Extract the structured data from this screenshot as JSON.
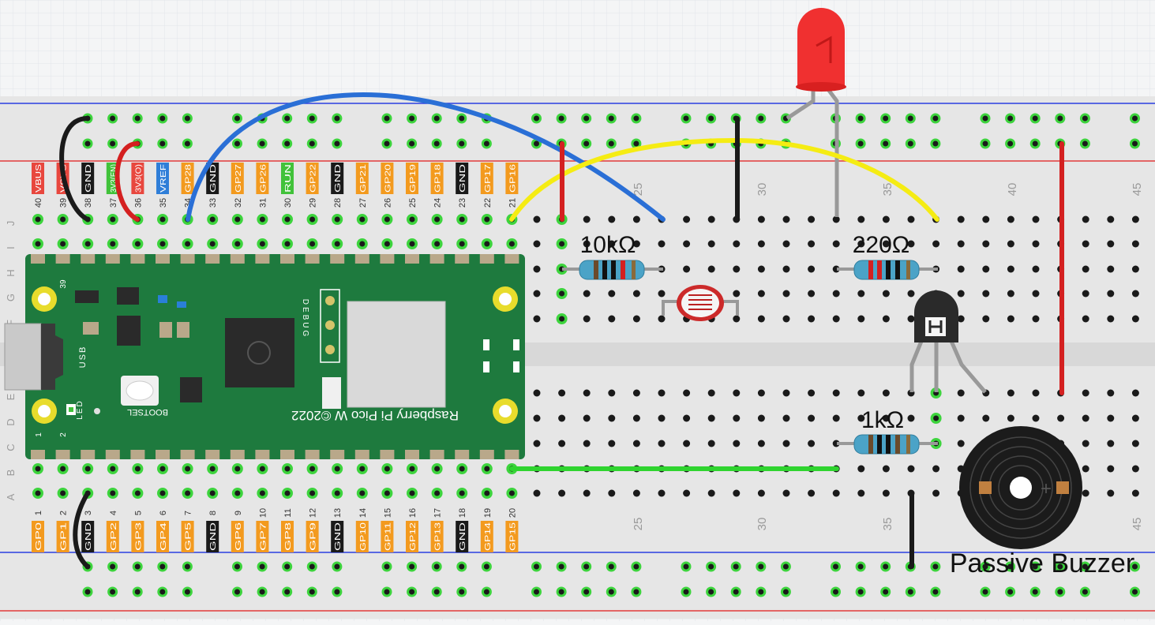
{
  "pico": {
    "board_text": "Raspberry Pi Pico W ©2022",
    "usb_label": "USB",
    "bootsel_label": "BOOTSEL",
    "led_label": "LED",
    "debug_label": "DEBUG",
    "pin_num_1": "1",
    "pin_num_2": "2",
    "pin_num_39": "39",
    "top_pins": [
      {
        "num": "40",
        "name": "VBUS",
        "color": "#e8473e"
      },
      {
        "num": "39",
        "name": "VSYS",
        "color": "#e8473e"
      },
      {
        "num": "38",
        "name": "GND",
        "color": "#1a1a1a"
      },
      {
        "num": "37",
        "name": "3V3(EN)",
        "color": "#41c23a"
      },
      {
        "num": "36",
        "name": "3V3(O)",
        "color": "#e8473e"
      },
      {
        "num": "35",
        "name": "VREF",
        "color": "#2f7ed8"
      },
      {
        "num": "34",
        "name": "GP28",
        "color": "#f39a1e"
      },
      {
        "num": "33",
        "name": "GND",
        "color": "#1a1a1a"
      },
      {
        "num": "32",
        "name": "GP27",
        "color": "#f39a1e"
      },
      {
        "num": "31",
        "name": "GP26",
        "color": "#f39a1e"
      },
      {
        "num": "30",
        "name": "RUN",
        "color": "#41c23a"
      },
      {
        "num": "29",
        "name": "GP22",
        "color": "#f39a1e"
      },
      {
        "num": "28",
        "name": "GND",
        "color": "#1a1a1a"
      },
      {
        "num": "27",
        "name": "GP21",
        "color": "#f39a1e"
      },
      {
        "num": "26",
        "name": "GP20",
        "color": "#f39a1e"
      },
      {
        "num": "25",
        "name": "GP19",
        "color": "#f39a1e"
      },
      {
        "num": "24",
        "name": "GP18",
        "color": "#f39a1e"
      },
      {
        "num": "23",
        "name": "GND",
        "color": "#1a1a1a"
      },
      {
        "num": "22",
        "name": "GP17",
        "color": "#f39a1e"
      },
      {
        "num": "21",
        "name": "GP16",
        "color": "#f39a1e"
      }
    ],
    "bottom_pins": [
      {
        "num": "1",
        "name": "GP0",
        "color": "#f39a1e"
      },
      {
        "num": "2",
        "name": "GP1",
        "color": "#f39a1e"
      },
      {
        "num": "3",
        "name": "GND",
        "color": "#1a1a1a"
      },
      {
        "num": "4",
        "name": "GP2",
        "color": "#f39a1e"
      },
      {
        "num": "5",
        "name": "GP3",
        "color": "#f39a1e"
      },
      {
        "num": "6",
        "name": "GP4",
        "color": "#f39a1e"
      },
      {
        "num": "7",
        "name": "GP5",
        "color": "#f39a1e"
      },
      {
        "num": "8",
        "name": "GND",
        "color": "#1a1a1a"
      },
      {
        "num": "9",
        "name": "GP6",
        "color": "#f39a1e"
      },
      {
        "num": "10",
        "name": "GP7",
        "color": "#f39a1e"
      },
      {
        "num": "11",
        "name": "GP8",
        "color": "#f39a1e"
      },
      {
        "num": "12",
        "name": "GP9",
        "color": "#f39a1e"
      },
      {
        "num": "13",
        "name": "GND",
        "color": "#1a1a1a"
      },
      {
        "num": "14",
        "name": "GP10",
        "color": "#f39a1e"
      },
      {
        "num": "15",
        "name": "GP11",
        "color": "#f39a1e"
      },
      {
        "num": "16",
        "name": "GP12",
        "color": "#f39a1e"
      },
      {
        "num": "17",
        "name": "GP13",
        "color": "#f39a1e"
      },
      {
        "num": "18",
        "name": "GND",
        "color": "#1a1a1a"
      },
      {
        "num": "19",
        "name": "GP14",
        "color": "#f39a1e"
      },
      {
        "num": "20",
        "name": "GP15",
        "color": "#f39a1e"
      }
    ]
  },
  "breadboard": {
    "row_letters_top": [
      "J",
      "I",
      "H",
      "G",
      "F"
    ],
    "row_letters_bottom": [
      "E",
      "D",
      "C",
      "B",
      "A"
    ],
    "column_labels": [
      "25",
      "30",
      "35",
      "40",
      "45"
    ]
  },
  "components": {
    "r1_label": "10kΩ",
    "r2_label": "220Ω",
    "r3_label": "1kΩ",
    "buzzer_label": "Passive Buzzer",
    "buzzer_plus": "+"
  },
  "colors": {
    "board_green": "#1e7a3e",
    "wire_red": "#d42020",
    "wire_black": "#1a1a1a",
    "wire_blue": "#2a6fd6",
    "wire_yellow": "#f5ec13",
    "wire_green": "#2fd42f",
    "led_red": "#f03030",
    "rail_red": "#e23a3a",
    "rail_blue": "#2a3fe0"
  }
}
